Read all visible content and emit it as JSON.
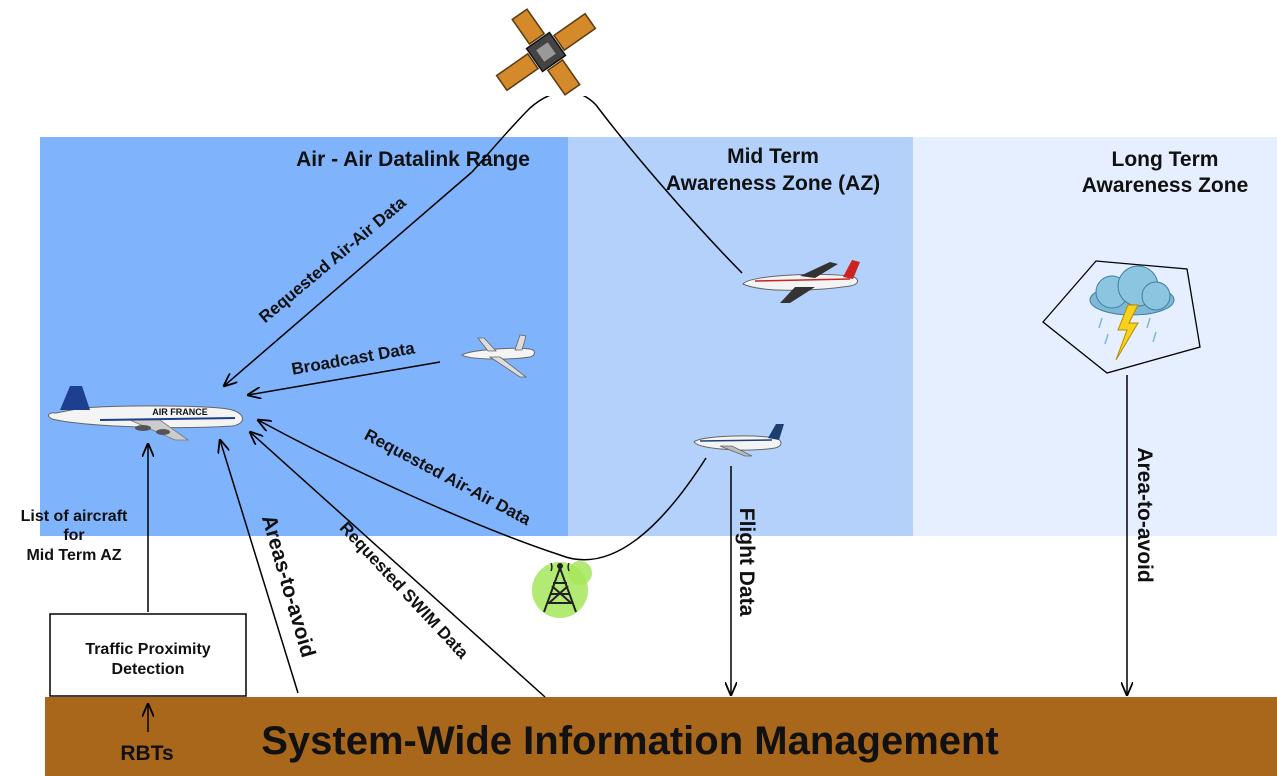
{
  "zones": {
    "air_air": {
      "title": "Air - Air Datalink Range",
      "color": "#7fb3fb"
    },
    "mid_term": {
      "title_line1": "Mid Term",
      "title_line2": "Awareness Zone (AZ)",
      "color": "#b3d1fb"
    },
    "long_term": {
      "title_line1": "Long Term",
      "title_line2": "Awareness Zone",
      "color": "#e6efff"
    }
  },
  "swim": {
    "label": "System-Wide Information Management",
    "color": "#a8671a"
  },
  "tpd_box": {
    "line1": "Traffic Proximity",
    "line2": "Detection"
  },
  "side_labels": {
    "aircraft_list_line1": "List of aircraft",
    "aircraft_list_line2": "for",
    "aircraft_list_line3": "Mid Term AZ",
    "rbts": "RBTs"
  },
  "arrow_labels": {
    "requested_air_air_upper": "Requested Air-Air Data",
    "broadcast": "Broadcast Data",
    "requested_air_air_lower": "Requested Air-Air Data",
    "requested_swim": "Requested SWIM Data",
    "areas_to_avoid_left": "Areas-to-avoid",
    "flight_data": "Flight Data",
    "areas_to_avoid_right": "Area-to-avoid"
  },
  "aircraft_livery": "AIR FRANCE",
  "icons": [
    "satellite-icon",
    "airliner-icon",
    "business-jet-icon",
    "jet-airliner-icon",
    "alaska-airliner-icon",
    "storm-cloud-icon",
    "radio-tower-icon"
  ]
}
